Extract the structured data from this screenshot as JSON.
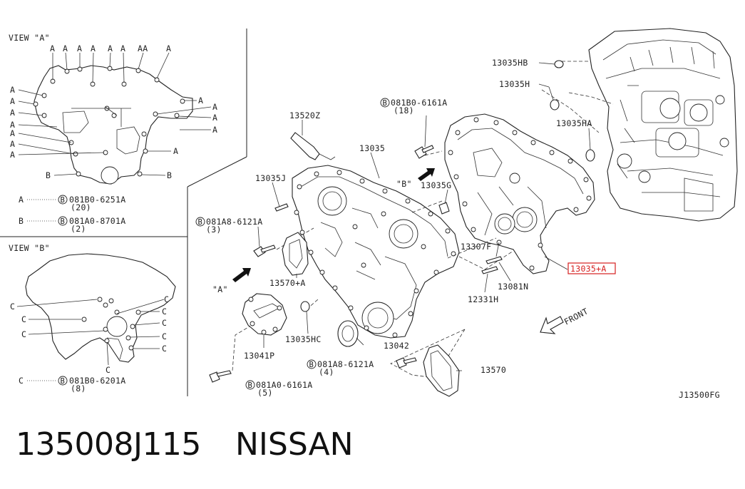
{
  "view_a": {
    "title": "VIEW \"A\"",
    "top_letters": [
      "A",
      "A",
      "A",
      "A",
      "A",
      "A",
      "AA",
      "A"
    ],
    "left_letters": [
      "A",
      "A",
      "A",
      "A",
      "A",
      "A",
      "A"
    ],
    "right_letters": [
      "A",
      "A",
      "A",
      "A",
      "A"
    ],
    "b_letters": [
      "B",
      "B"
    ],
    "legend": [
      {
        "key": "A",
        "circle": "B",
        "part": "081B0-6251A",
        "qty": "(20)"
      },
      {
        "key": "B",
        "circle": "B",
        "part": "081A0-8701A",
        "qty": "(2)"
      }
    ]
  },
  "view_b": {
    "title": "VIEW \"B\"",
    "c_letters": [
      "C",
      "C",
      "C",
      "C",
      "C",
      "C",
      "C",
      "C",
      "C"
    ],
    "legend": [
      {
        "key": "C",
        "circle": "B",
        "part": "081B0-6201A",
        "qty": "(8)"
      }
    ]
  },
  "main": {
    "labels": {
      "p13520z": "13520Z",
      "p13035": "13035",
      "p13035j": "13035J",
      "pb_081a8_top": "081A8-6121A",
      "pb_081a8_top_qty": "(3)",
      "p13570a": "13570+A",
      "view_b_mark": "\"B\"",
      "view_a_mark": "\"A\"",
      "p13035hc": "13035HC",
      "p13041p": "13041P",
      "pb_081a0": "081A0-6161A",
      "pb_081a0_qty": "(5)",
      "pb_081a8_bot": "081A8-6121A",
      "pb_081a8_bot_qty": "(4)",
      "p13042": "13042",
      "p13570": "13570",
      "pb_081b0": "081B0-6161A",
      "pb_081b0_qty": "(18)",
      "p13035g": "13035G",
      "p13307f": "13307F",
      "p12331h": "12331H",
      "p13081n": "13081N",
      "p13035a": "13035+A",
      "p13035hb": "13035HB",
      "p13035h": "13035H",
      "p13035ha": "13035HA",
      "front": "FRONT",
      "diagram_code": "J13500FG",
      "bolt_circle": "B"
    },
    "highlight_color": "#d62020"
  },
  "footer": {
    "part_number": "135008J115",
    "brand": "NISSAN"
  }
}
